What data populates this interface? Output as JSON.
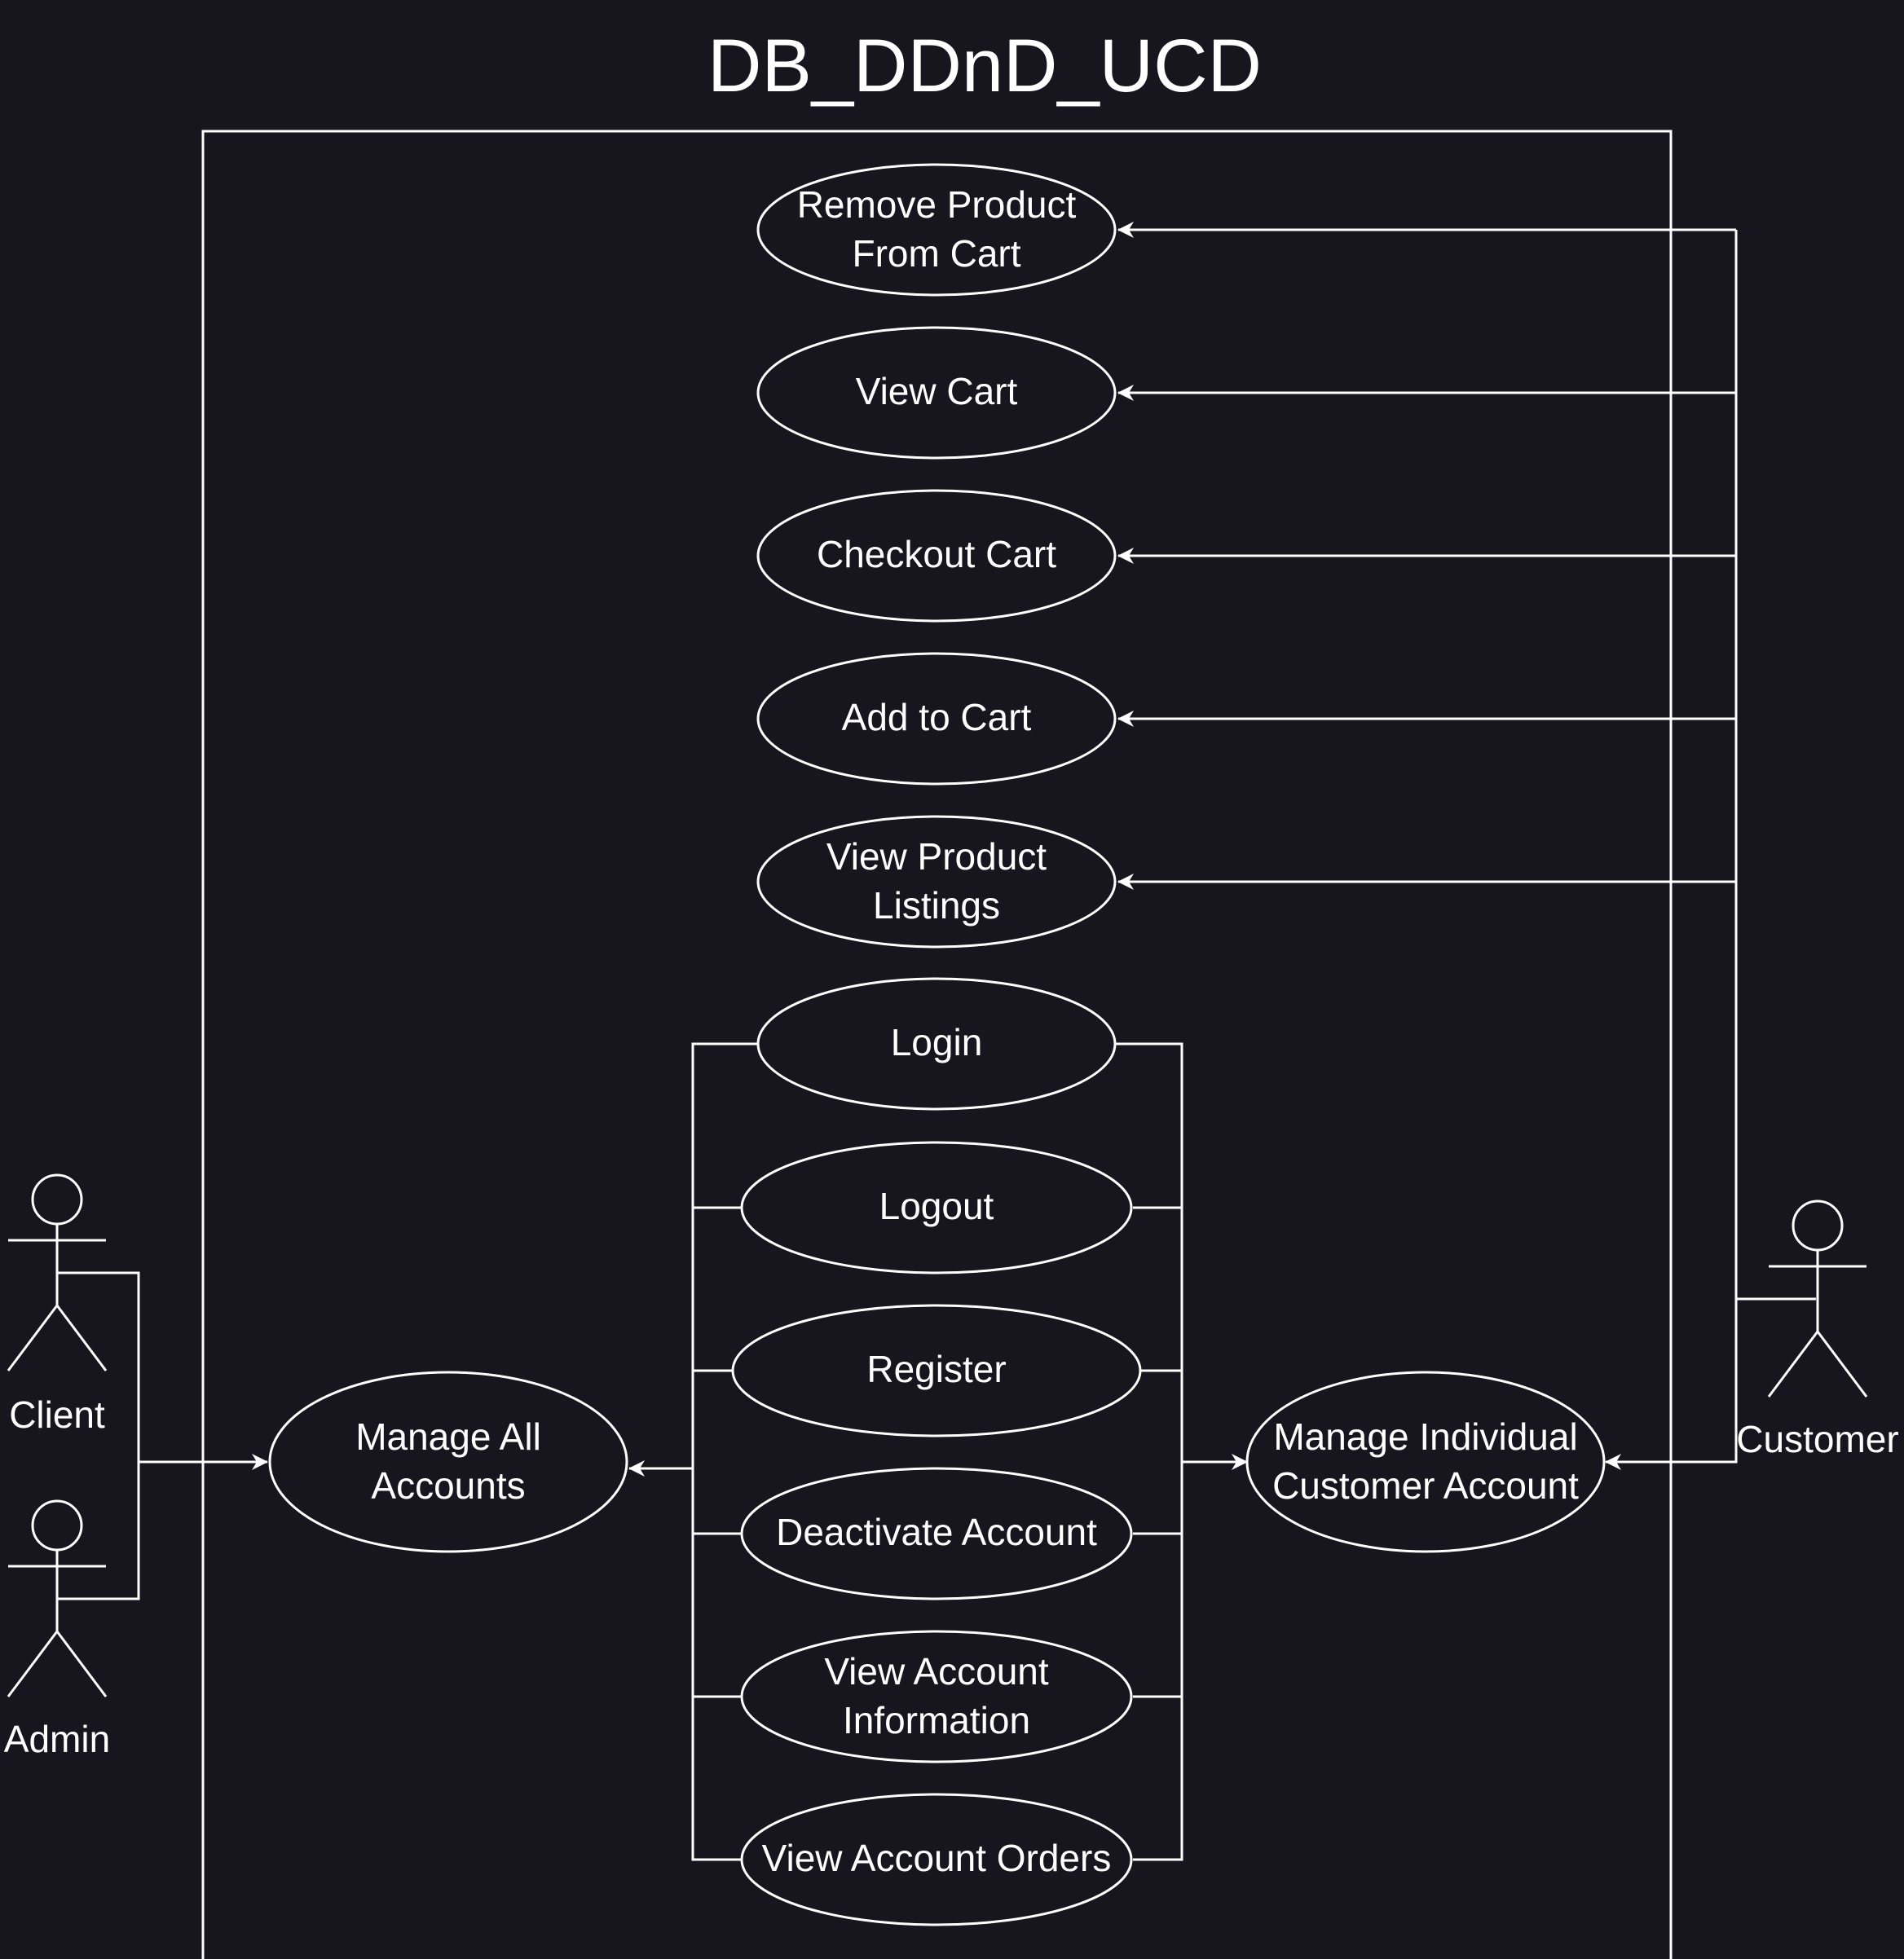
{
  "title": "DB_DDnD_UCD",
  "colors": {
    "background": "#17161e",
    "stroke": "#ffffff",
    "text": "#ffffff"
  },
  "actors": {
    "client": "Client",
    "admin": "Admin",
    "customer": "Customer"
  },
  "use_cases": {
    "remove_product": [
      "Remove Product",
      "From Cart"
    ],
    "view_cart": [
      "View Cart"
    ],
    "checkout_cart": [
      "Checkout Cart"
    ],
    "add_to_cart": [
      "Add to Cart"
    ],
    "view_product_listings": [
      "View Product",
      "Listings"
    ],
    "login": [
      "Login"
    ],
    "logout": [
      "Logout"
    ],
    "register": [
      "Register"
    ],
    "deactivate_account": [
      "Deactivate Account"
    ],
    "view_account_information": [
      "View Account",
      "Information"
    ],
    "view_account_orders": [
      "View Account Orders"
    ],
    "manage_all_accounts": [
      "Manage All",
      "Accounts"
    ],
    "manage_individual_account": [
      "Manage Individual",
      "Customer Account"
    ]
  }
}
